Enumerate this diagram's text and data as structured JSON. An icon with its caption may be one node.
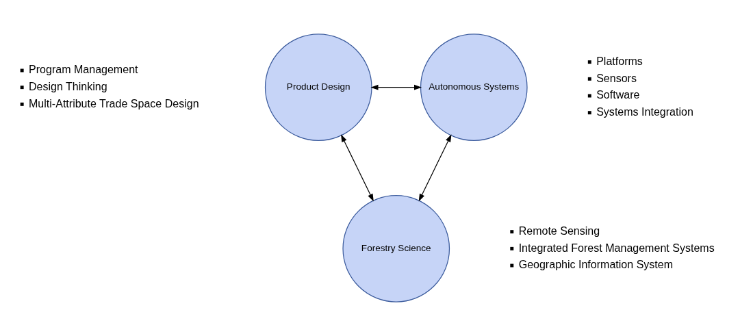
{
  "diagram": {
    "nodes": [
      {
        "text": [
          "Product Design"
        ],
        "beside": [
          "Program Management",
          "Design Thinking",
          "Multi-Attribute Trade Space Design"
        ]
      },
      {
        "text": [
          "Autonomous Systems"
        ],
        "beside": [
          "Platforms",
          "Sensors",
          "Software",
          "Systems Integration"
        ]
      },
      {
        "text": [
          "Forestry Science"
        ],
        "beside": [
          "Remote Sensing",
          "Integrated Forest Management Systems",
          "Geographic Information System"
        ]
      }
    ],
    "edges": [
      {
        "from": 0,
        "to": 1,
        "arrow": "both"
      },
      {
        "from": 0,
        "to": 2,
        "arrow": "both"
      },
      {
        "from": 1,
        "to": 2,
        "arrow": "both"
      }
    ]
  }
}
